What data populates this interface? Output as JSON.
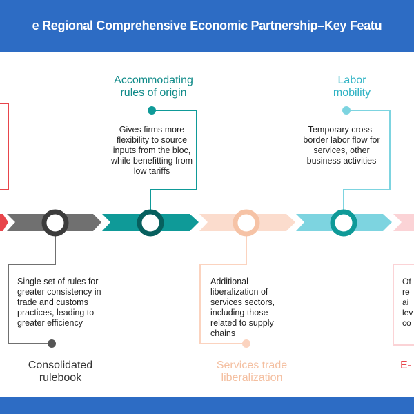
{
  "title": "e Regional Comprehensive Economic Partnership–Key Featu",
  "features": [
    {
      "label": "Consolidated rulebook",
      "desc": "Single set of rules for greater consistency in trade and customs practices, leading to greater efficiency",
      "color": "#707070"
    },
    {
      "label": "Accommodating rules of origin",
      "desc": "Gives firms more flexibility to source inputs from the bloc, while benefitting from low tariffs",
      "color": "#0f9a98"
    },
    {
      "label": "Services trade liberalization",
      "desc": "Additional liberalization of services sectors, including those related to supply chains",
      "color": "#f6c3a6"
    },
    {
      "label": "Labor mobility",
      "desc": "Temporary cross-border labor flow for services, other business activities",
      "color": "#7dd4e0"
    },
    {
      "label": "E-",
      "desc": "Of re ai lev co",
      "color": "#f3a7ad"
    }
  ]
}
